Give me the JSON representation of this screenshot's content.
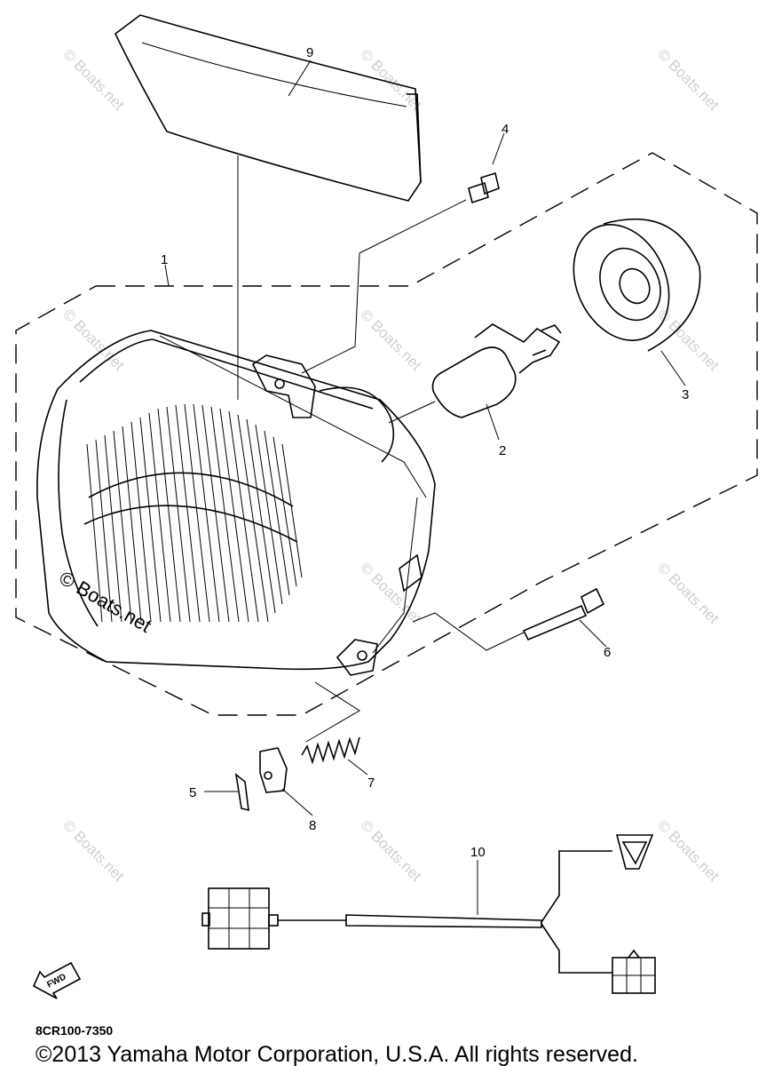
{
  "diagram": {
    "callouts": [
      "1",
      "2",
      "3",
      "4",
      "5",
      "6",
      "7",
      "8",
      "9",
      "10"
    ],
    "watermark": "© Boats.net",
    "fwd_label": "FWD",
    "diagram_code": "8CR100-7350",
    "copyright": "©2013 Yamaha Motor Corporation, U.S.A. All rights reserved."
  }
}
